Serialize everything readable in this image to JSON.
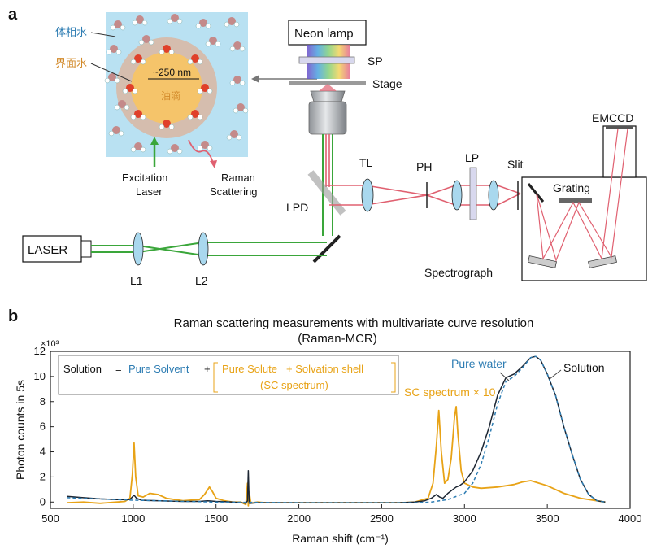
{
  "panel_a": {
    "label": "a",
    "inset": {
      "bulk_water": "体相水",
      "interface_water": "界面水",
      "size": "~250 nm",
      "oil_droplet": "油滴",
      "excitation": "Excitation",
      "laser": "Laser",
      "raman": "Raman",
      "scattering": "Scattering"
    },
    "setup": {
      "neon_lamp": "Neon lamp",
      "sp": "SP",
      "stage": "Stage",
      "tl": "TL",
      "ph": "PH",
      "lp": "LP",
      "slit": "Slit",
      "emccd": "EMCCD",
      "grating": "Grating",
      "lpd": "LPD",
      "laser_box": "LASER",
      "l1": "L1",
      "l2": "L2",
      "spectrograph": "Spectrograph"
    }
  },
  "panel_b": {
    "label": "b",
    "title_line1": "Raman scattering measurements with multivariate curve resolution",
    "title_line2": "(Raman-MCR)",
    "equation": {
      "solution": "Solution",
      "equals": "=",
      "pure_solvent": "Pure Solvent",
      "plus": "+",
      "pure_solute": "Pure Solute",
      "plus2": "+ Solvation shell",
      "sc_spectrum": "(SC spectrum)"
    },
    "annotations": {
      "pure_water": "Pure water",
      "solution": "Solution",
      "sc_x10": "SC spectrum × 10"
    }
  },
  "colors": {
    "solution": "#1c2633",
    "pure_water": "#2e7db3",
    "sc": "#e8a317",
    "laser_green": "#3aa63a",
    "raman_red": "#e06070",
    "lens": "#a9d8ee"
  },
  "chart_data": {
    "type": "line",
    "xlabel": "Raman shift (cm⁻¹)",
    "ylabel": "Photon counts in 5s",
    "y_multiplier": "×10³",
    "xlim": [
      500,
      4000
    ],
    "ylim": [
      -0.5,
      12
    ],
    "xticks": [
      500,
      1000,
      1500,
      2000,
      2500,
      3000,
      3500,
      4000
    ],
    "yticks": [
      0,
      2,
      4,
      6,
      8,
      10,
      12
    ],
    "series": [
      {
        "name": "Solution",
        "color": "#1c2633",
        "x": [
          600,
          700,
          800,
          900,
          980,
          1005,
          1020,
          1050,
          1100,
          1200,
          1300,
          1400,
          1450,
          1470,
          1500,
          1550,
          1600,
          1650,
          1680,
          1690,
          1695,
          1700,
          1710,
          1750,
          1800,
          2000,
          2200,
          2400,
          2600,
          2700,
          2760,
          2800,
          2830,
          2850,
          2870,
          2900,
          2930,
          2950,
          2970,
          3000,
          3050,
          3100,
          3150,
          3200,
          3250,
          3300,
          3350,
          3400,
          3430,
          3460,
          3500,
          3550,
          3600,
          3650,
          3700,
          3750,
          3800,
          3850
        ],
        "y": [
          0.45,
          0.35,
          0.25,
          0.2,
          0.2,
          0.55,
          0.3,
          0.15,
          0.12,
          0.08,
          0.05,
          0.05,
          0.1,
          0.08,
          0.05,
          0.03,
          0.0,
          -0.05,
          -0.1,
          0.1,
          2.5,
          -0.1,
          -0.1,
          -0.05,
          -0.05,
          -0.05,
          -0.05,
          -0.05,
          -0.05,
          0.0,
          0.1,
          0.3,
          0.6,
          0.4,
          0.3,
          0.7,
          1.0,
          1.2,
          1.3,
          1.6,
          2.5,
          4.0,
          6.0,
          8.5,
          9.9,
          10.2,
          10.8,
          11.5,
          11.6,
          11.3,
          10.2,
          8.5,
          6.0,
          3.8,
          1.8,
          0.6,
          0.1,
          0.0
        ]
      },
      {
        "name": "Pure water",
        "color": "#2e7db3",
        "x": [
          600,
          1000,
          1500,
          2000,
          2600,
          2700,
          2800,
          2900,
          3000,
          3050,
          3100,
          3150,
          3200,
          3250,
          3300,
          3350,
          3400,
          3430,
          3460,
          3500,
          3550,
          3600,
          3650,
          3700,
          3750,
          3800,
          3850
        ],
        "y": [
          0.35,
          0.15,
          0.0,
          -0.05,
          -0.05,
          -0.05,
          0.0,
          0.2,
          0.7,
          1.5,
          3.0,
          5.2,
          7.8,
          9.6,
          10.0,
          10.7,
          11.5,
          11.6,
          11.3,
          10.2,
          8.5,
          6.0,
          3.8,
          1.8,
          0.6,
          0.1,
          0.0
        ]
      },
      {
        "name": "SC spectrum × 10",
        "color": "#e8a317",
        "x": [
          600,
          700,
          800,
          900,
          950,
          980,
          995,
          1005,
          1015,
          1030,
          1060,
          1100,
          1150,
          1200,
          1300,
          1400,
          1430,
          1460,
          1480,
          1500,
          1550,
          1600,
          1650,
          1680,
          1690,
          1695,
          1700,
          1710,
          1750,
          1800,
          2000,
          2200,
          2400,
          2600,
          2700,
          2780,
          2810,
          2830,
          2845,
          2860,
          2880,
          2900,
          2920,
          2940,
          2950,
          2960,
          2980,
          3000,
          3050,
          3100,
          3200,
          3300,
          3350,
          3400,
          3450,
          3500,
          3600,
          3700,
          3800,
          3850
        ],
        "y": [
          -0.05,
          0.0,
          -0.1,
          0.0,
          0.05,
          0.3,
          2.2,
          4.7,
          2.0,
          0.5,
          0.4,
          0.7,
          0.6,
          0.3,
          0.1,
          0.2,
          0.6,
          1.2,
          0.8,
          0.3,
          0.1,
          0.0,
          0.0,
          -0.2,
          1.5,
          -0.3,
          0.8,
          -0.1,
          0.0,
          -0.05,
          -0.05,
          -0.05,
          -0.05,
          -0.05,
          0.0,
          0.3,
          1.5,
          4.5,
          7.3,
          4.0,
          1.5,
          1.8,
          3.5,
          6.8,
          7.6,
          5.5,
          2.5,
          1.5,
          1.2,
          1.1,
          1.2,
          1.4,
          1.6,
          1.7,
          1.5,
          1.3,
          0.7,
          0.3,
          0.1,
          0.0
        ]
      }
    ]
  }
}
